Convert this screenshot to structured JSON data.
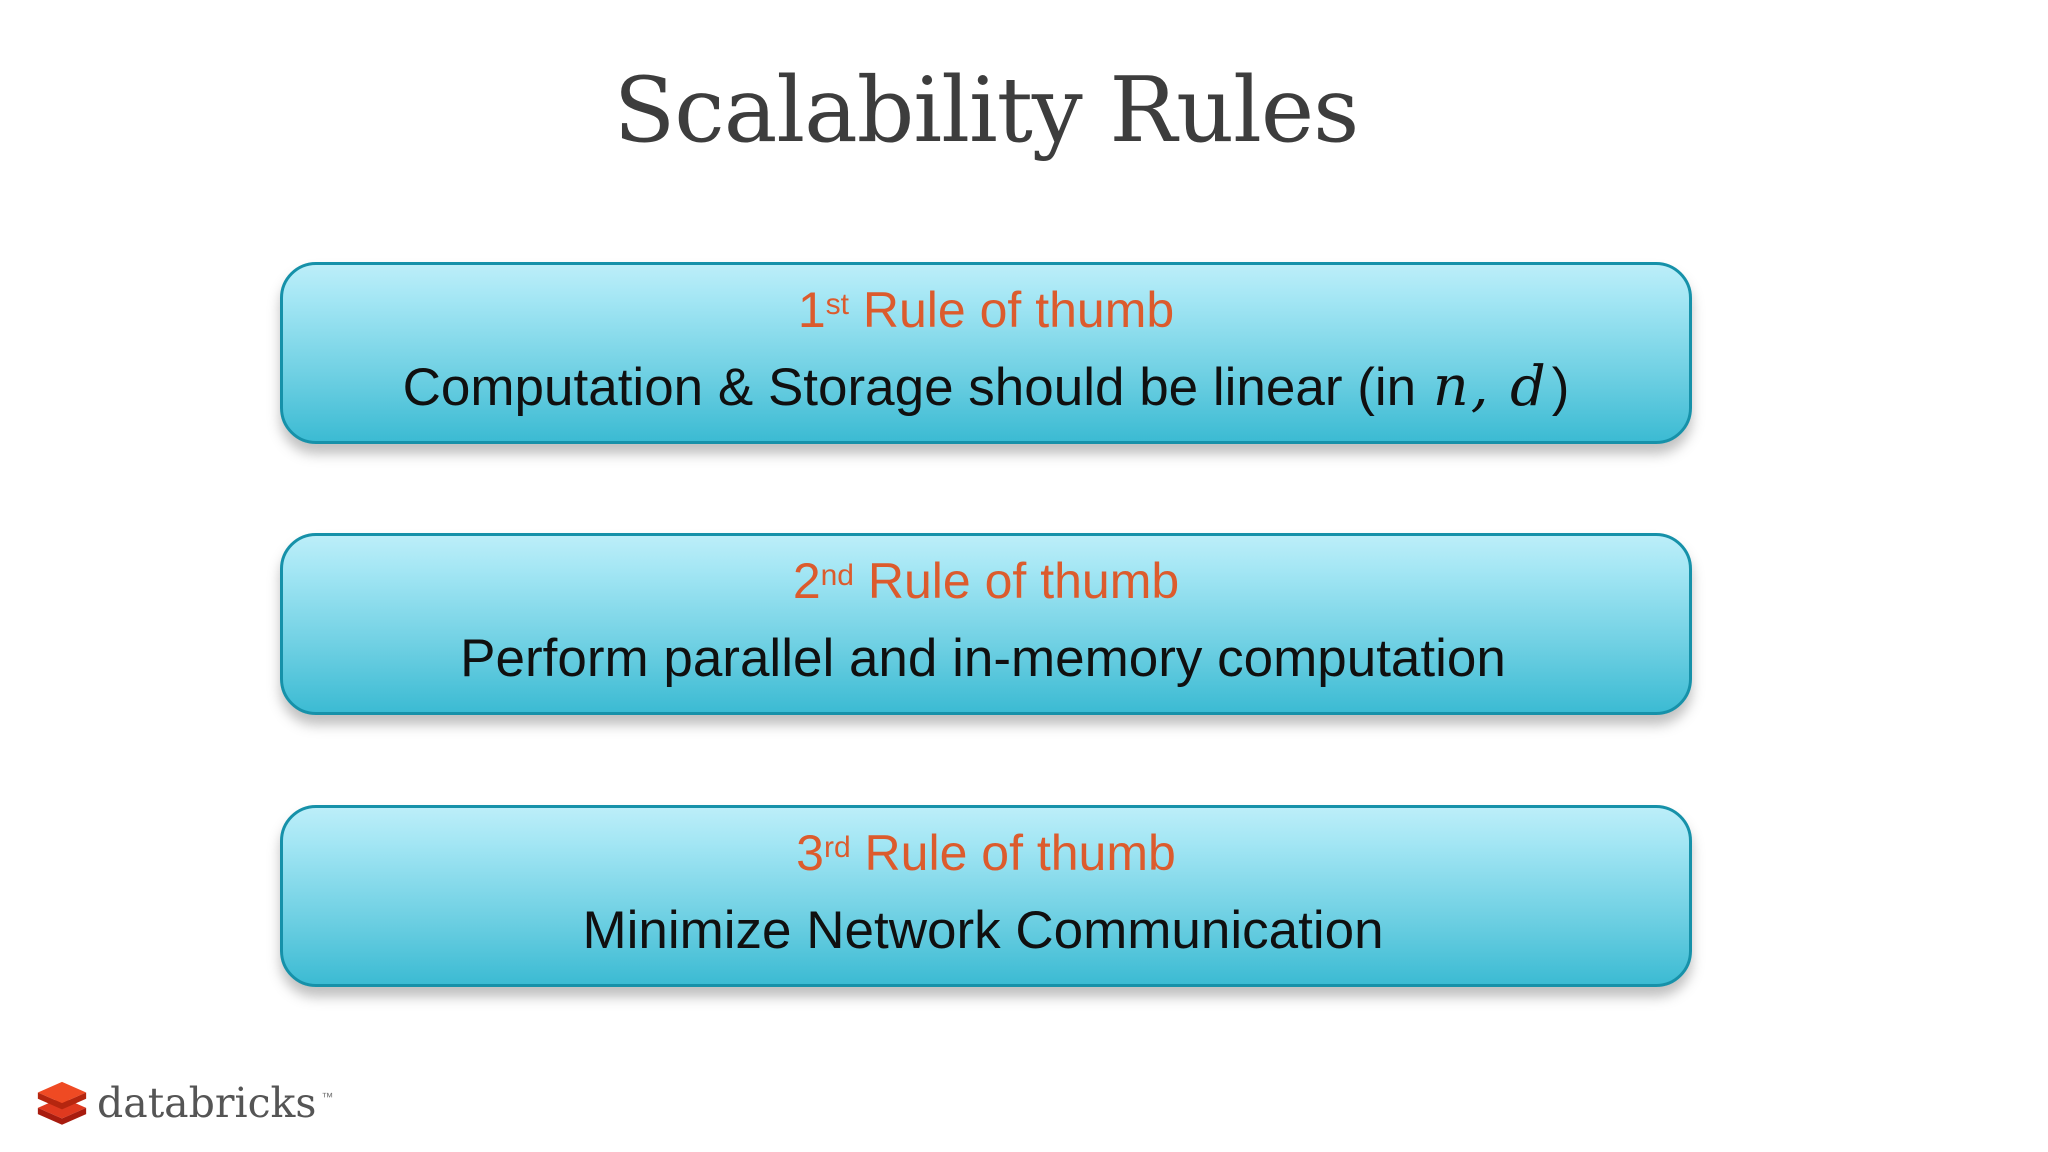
{
  "slide": {
    "title": "Scalability Rules",
    "background_color": "#ffffff"
  },
  "boxes": [
    {
      "heading_number": "1",
      "heading_ordinal": "st",
      "heading_rest": " Rule of thumb",
      "body_prefix": "Computation & Storage should be linear (in ",
      "body_math": "n, d",
      "body_suffix": ")"
    },
    {
      "heading_number": "2",
      "heading_ordinal": "nd",
      "heading_rest": " Rule of thumb",
      "body_prefix": "Perform parallel and in-memory computation",
      "body_math": "",
      "body_suffix": ""
    },
    {
      "heading_number": "3",
      "heading_ordinal": "rd",
      "heading_rest": " Rule of thumb",
      "body_prefix": "Minimize Network Communication",
      "body_math": "",
      "body_suffix": ""
    }
  ],
  "footer": {
    "logo_text": "databricks",
    "trademark": "™"
  },
  "colors": {
    "accent_orange": "#dc5b2d",
    "box_gradient_top": "#bceef9",
    "box_gradient_bottom": "#3cbbd3",
    "box_border": "#1691a9",
    "title_gray": "#3d3d3d",
    "body_black": "#101010",
    "logo_red_top": "#ef4a23",
    "logo_red_dark": "#a81c0f",
    "wordmark_gray": "#555555"
  }
}
